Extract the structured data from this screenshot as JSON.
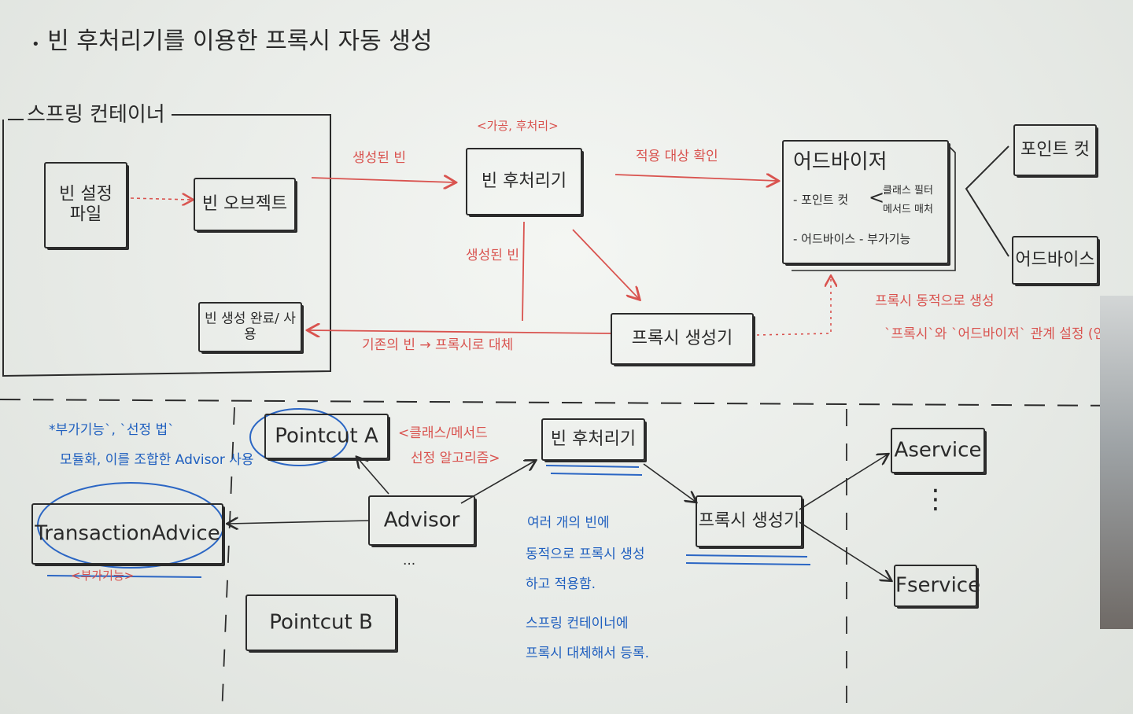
{
  "title": "빈 후처리기를 이용한 프록시 자동 생성",
  "top": {
    "container_label": "스프링 컨테이너",
    "bean_config_label": "빈 설정 파일",
    "bean_object_label": "빈 오브젝트",
    "bean_register_label": "빈 생성 완료/ 사용",
    "post_processor_note": "<가공, 후처리>",
    "post_processor_label": "빈 후처리기",
    "created_bean_label": "생성된 빈",
    "created_bean_label2": "생성된 빈",
    "replace_label": "기존의 빈 → 프록시로 대체",
    "proxy_creator_label": "프록시 생성기",
    "apply_condition_label": "적용 대상 확인",
    "advisor_title": "어드바이저",
    "advisor_pointcut": "- 포인트 컷",
    "advisor_pointcut_detail_1": "클래스 필터",
    "advisor_pointcut_detail_2": "메서드 매처",
    "advisor_advice": "- 어드바이스 - 부가기능",
    "pointcut_label": "포인트 컷",
    "advice_label": "어드바이스",
    "dynamic_note": "프록시 동적으로 생성",
    "relation_note": "`프록시`와 `어드바이저` 관계 설정 (연결)"
  },
  "bottom": {
    "blue_note_1": "*부가기능`, `선정 법`",
    "blue_note_2": "모듈화, 이를 조합한 Advisor 사용",
    "pointcut_a": "Pointcut A",
    "pointcut_a_note_1": "<클래스/메서드",
    "pointcut_a_note_2": "선정 알고리즘>",
    "transaction_advice": "TransactionAdvice",
    "transaction_note": "<부가기능>",
    "advisor": "Advisor",
    "ellipsis": "...",
    "pointcut_b": "Pointcut B",
    "post_processor": "빈 후처리기",
    "proxy_creator": "프록시 생성기",
    "blue_note_3": "여러 개의 빈에",
    "blue_note_4": "동적으로 프록시 생성",
    "blue_note_5": "하고 적용함.",
    "blue_note_6": "스프링 컨테이너에",
    "blue_note_7": "프록시 대체해서 등록.",
    "aservice": "Aservice",
    "fservice": "Fservice",
    "vertical_dots": "⋮"
  },
  "colors": {
    "black_ink": "#2a2a2a",
    "red_ink": "#d9534f",
    "blue_ink": "#1f5fbf",
    "board": "#ecefec"
  }
}
